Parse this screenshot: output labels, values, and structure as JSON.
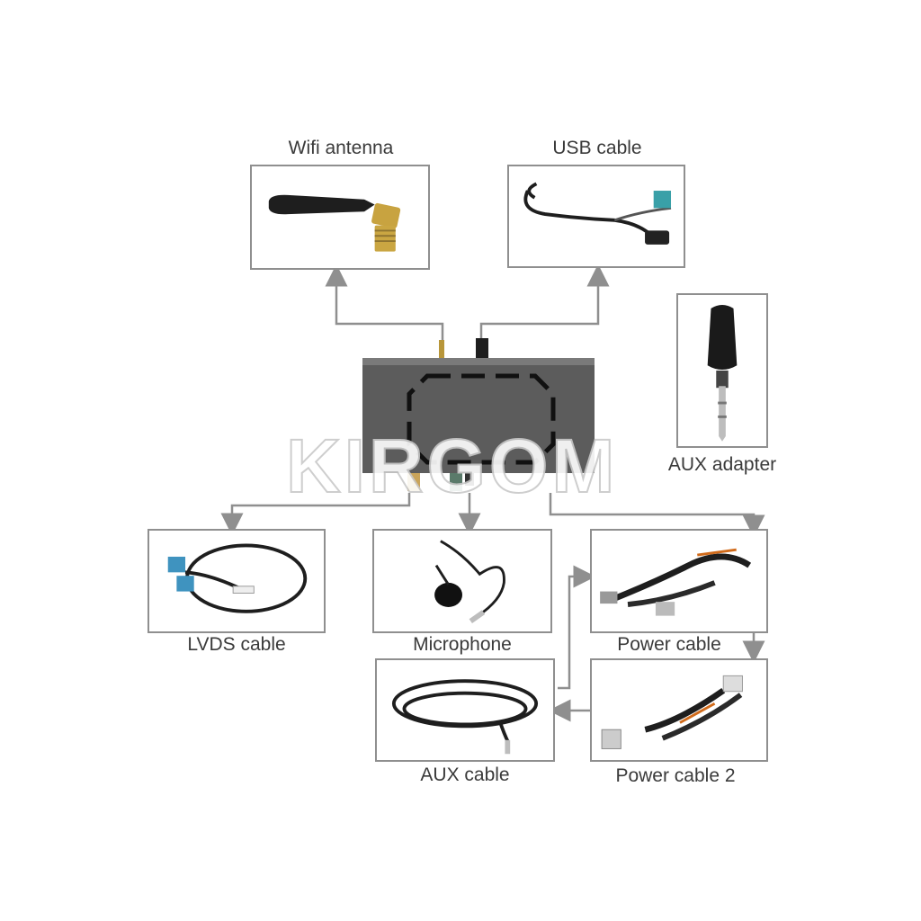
{
  "watermark": "KIRGOM",
  "components": {
    "wifi_antenna": "Wifi antenna",
    "usb_cable": "USB cable",
    "aux_adapter": "AUX adapter",
    "lvds_cable": "LVDS cable",
    "microphone": "Microphone",
    "power_cable": "Power cable",
    "aux_cable": "AUX cable",
    "power_cable_2": "Power cable 2"
  },
  "colors": {
    "connector_line": "#8f8f8f",
    "box_border": "#8f8f8f",
    "device_body": "#5c5c5c"
  }
}
